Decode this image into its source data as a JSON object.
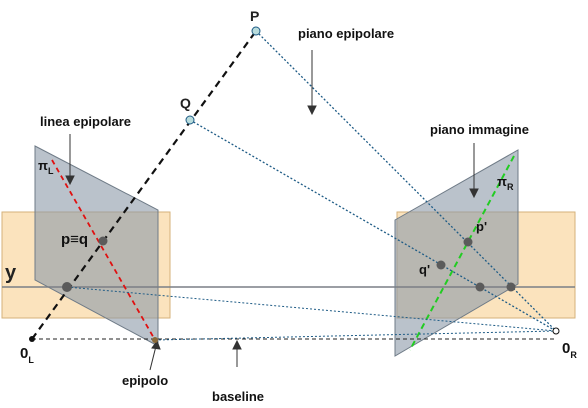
{
  "labels": {
    "P": "P",
    "Q": "Q",
    "piano_epipolare": "piano epipolare",
    "linea_epipolare": "linea epipolare",
    "piano_immagine": "piano immagine",
    "pi_L": "πL",
    "pi_L_main": "π",
    "pi_L_sub": "L",
    "pi_R_main": "π",
    "pi_R_sub": "R",
    "p_equiv_q": "p≡q",
    "y": "y",
    "p_prime": "p'",
    "q_prime": "q'",
    "O_L_main": "0",
    "O_L_sub": "L",
    "O_R_main": "0",
    "O_R_sub": "R",
    "epipolo": "epipolo",
    "baseline": "baseline"
  },
  "colors": {
    "band_fill": "#fbe3bd",
    "band_stroke": "#d4b27a",
    "plane_fill": "#9aa8b6",
    "plane_stroke": "#6f7b87",
    "red_epipolar": "#e01010",
    "green_epipolar": "#22cc22",
    "ray_blue": "#1f5c86",
    "point_fill": "#5b5b5b",
    "world_point_fill": "#b9dcdc"
  }
}
